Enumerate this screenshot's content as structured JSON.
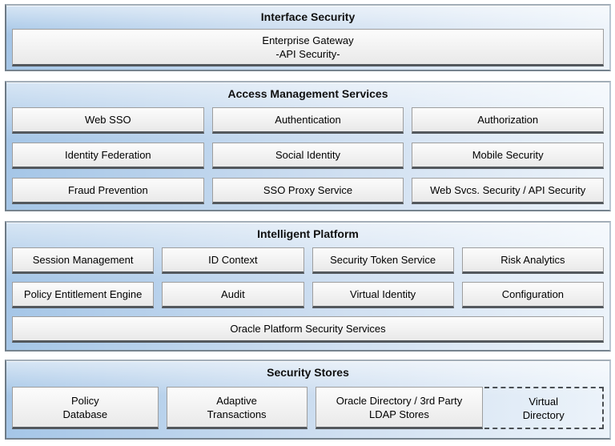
{
  "palette": {
    "section_blue_left": "#a5c6e7",
    "section_blue_right": "#ecf3fa",
    "section_border": "#7b8894",
    "box_face_top": "#fcfcfc",
    "box_face_bottom": "#e9e9e9",
    "box_border": "#9e9e9e",
    "box_bottom_edge": "#53585d",
    "text": "#0d0d0d"
  },
  "sections": [
    {
      "id": "interface-security",
      "title": "Interface Security",
      "boxes": [
        {
          "label": "Enterprise Gateway\n-API Security-"
        }
      ]
    },
    {
      "id": "access-management-services",
      "title": "Access Management Services",
      "boxes": [
        {
          "label": "Web SSO"
        },
        {
          "label": "Authentication"
        },
        {
          "label": "Authorization"
        },
        {
          "label": "Identity Federation"
        },
        {
          "label": "Social Identity"
        },
        {
          "label": "Mobile Security"
        },
        {
          "label": "Fraud Prevention"
        },
        {
          "label": "SSO Proxy Service"
        },
        {
          "label": "Web Svcs. Security / API Security"
        }
      ]
    },
    {
      "id": "intelligent-platform",
      "title": "Intelligent Platform",
      "boxes": [
        {
          "label": "Session Management"
        },
        {
          "label": "ID Context"
        },
        {
          "label": "Security Token Service"
        },
        {
          "label": "Risk Analytics"
        },
        {
          "label": "Policy Entitlement Engine"
        },
        {
          "label": "Audit"
        },
        {
          "label": "Virtual Identity"
        },
        {
          "label": "Configuration"
        },
        {
          "label": "Oracle Platform Security Services"
        }
      ]
    },
    {
      "id": "security-stores",
      "title": "Security Stores",
      "boxes": [
        {
          "label": "Policy\nDatabase"
        },
        {
          "label": "Adaptive\nTransactions"
        },
        {
          "label": "Oracle Directory / 3rd Party\nLDAP Stores"
        },
        {
          "label": "Virtual\nDirectory",
          "style": "dashed"
        }
      ]
    }
  ]
}
